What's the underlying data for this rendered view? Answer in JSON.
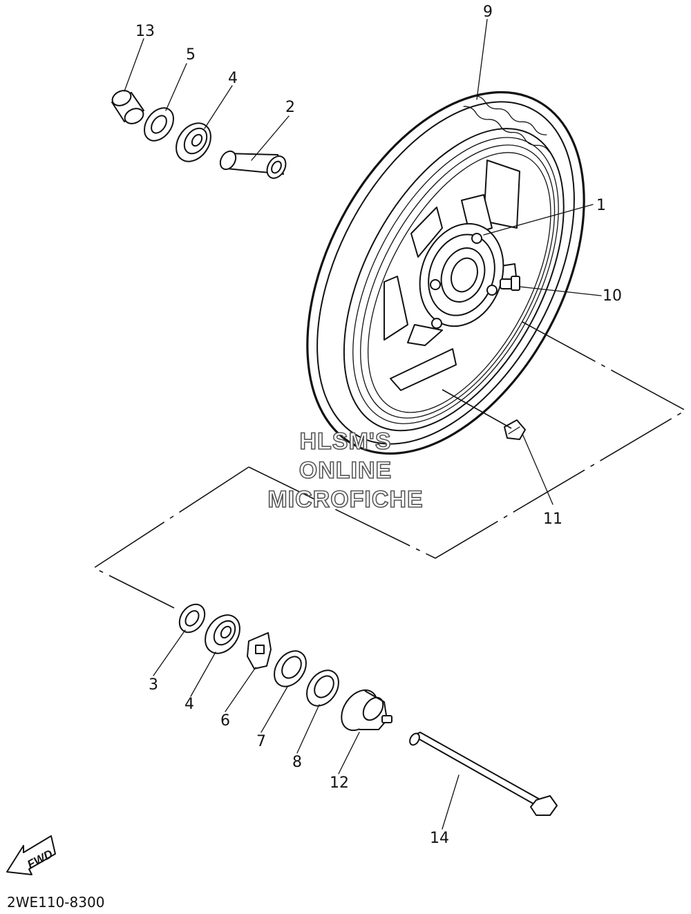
{
  "diagram_code": "2WE110-8300",
  "watermark": {
    "line1": "HLSM'S",
    "line2": "ONLINE",
    "line3": "MICROFICHE"
  },
  "fwd_label": "FWD",
  "callouts": {
    "c1": "1",
    "c2": "2",
    "c3": "3",
    "c4a": "4",
    "c4b": "4",
    "c5": "5",
    "c6": "6",
    "c7": "7",
    "c8": "8",
    "c9": "9",
    "c10": "10",
    "c11": "11",
    "c12": "12",
    "c13": "13",
    "c14": "14"
  }
}
